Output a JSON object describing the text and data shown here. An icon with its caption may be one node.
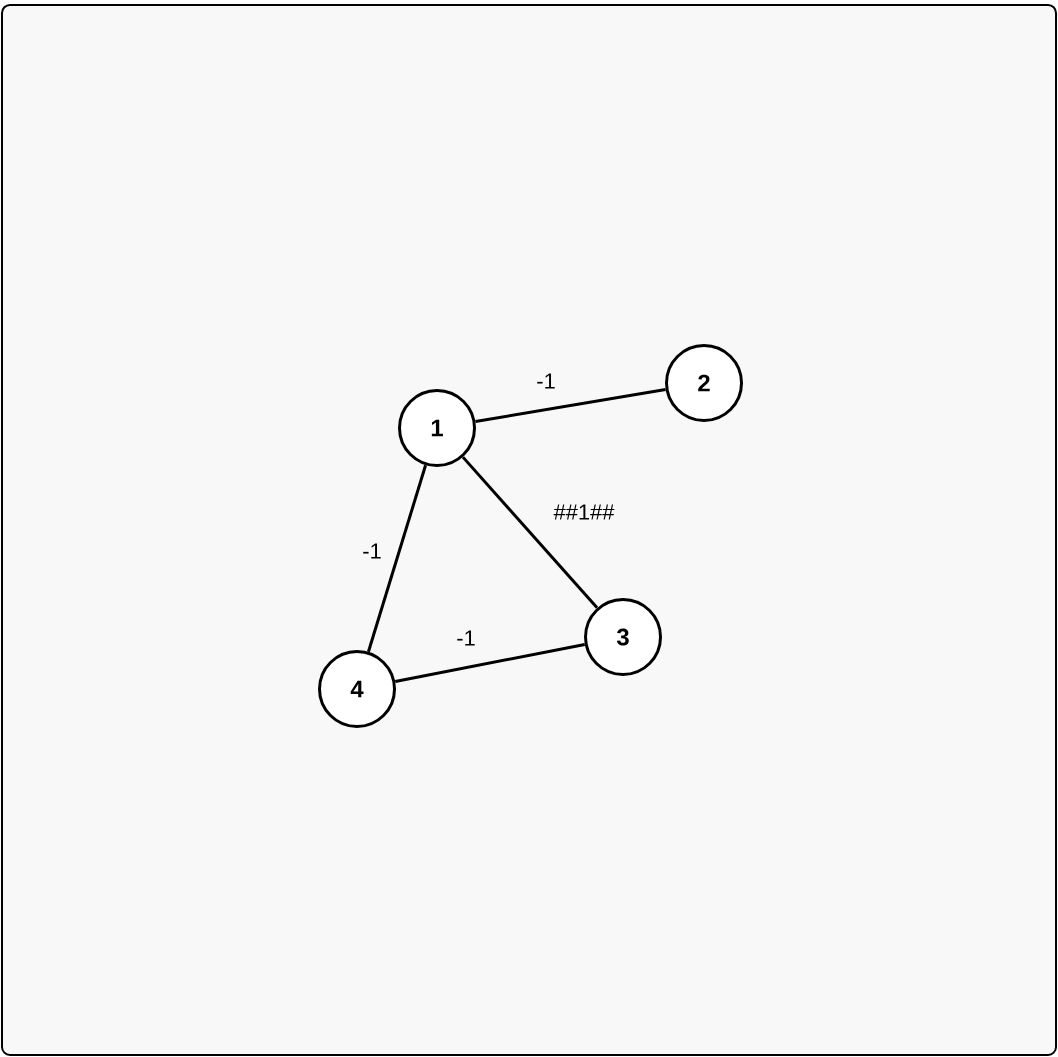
{
  "diagram": {
    "nodes": [
      {
        "text": [
          "1"
        ]
      },
      {
        "text": [
          "2"
        ]
      },
      {
        "text": [
          "3"
        ]
      },
      {
        "text": [
          "4"
        ]
      }
    ],
    "edges": [
      {
        "from": 0,
        "to": 1,
        "arrow": "none",
        "label": "-1"
      },
      {
        "from": 0,
        "to": 2,
        "arrow": "none",
        "label": "##1##"
      },
      {
        "from": 0,
        "to": 3,
        "arrow": "none",
        "label": "-1"
      },
      {
        "from": 3,
        "to": 2,
        "arrow": "none",
        "label": "-1"
      }
    ]
  }
}
